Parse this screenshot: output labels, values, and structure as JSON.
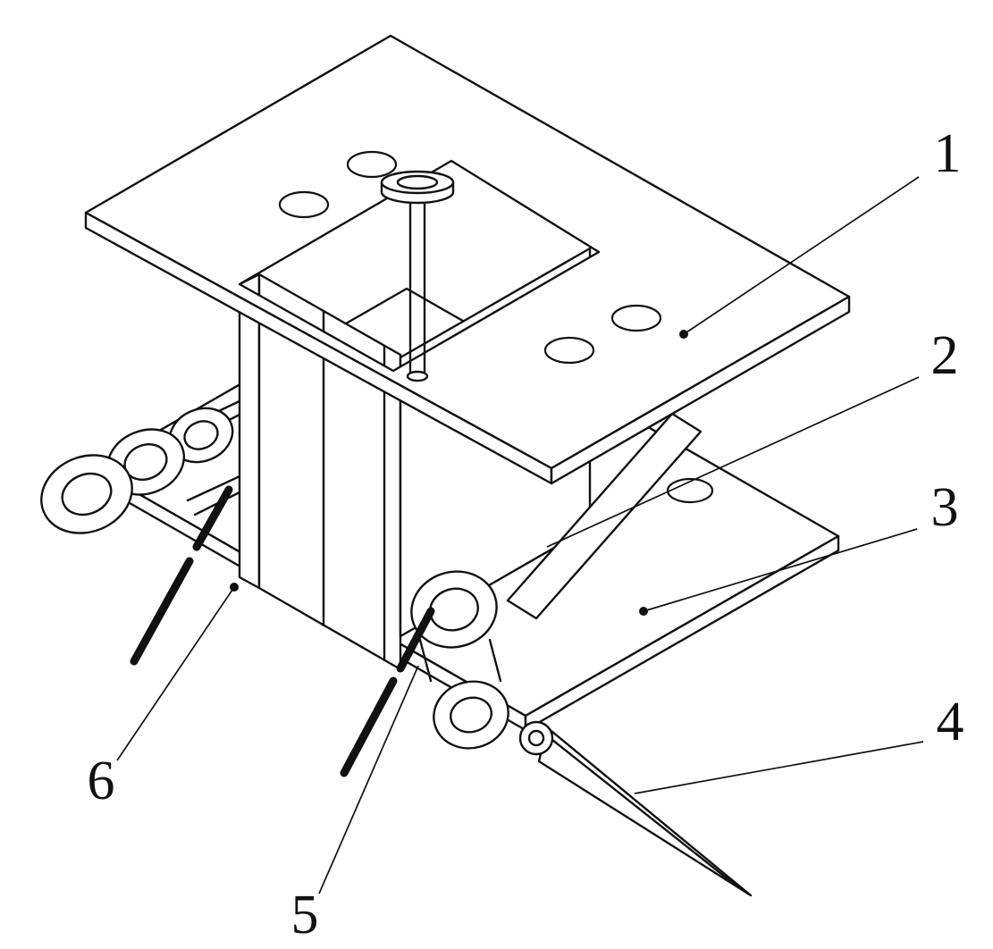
{
  "figure": {
    "background_color": "#ffffff",
    "line_color": "#111111",
    "labels": {
      "l1": "1",
      "l2": "2",
      "l3": "3",
      "l4": "4",
      "l5": "5",
      "l6": "6"
    }
  }
}
